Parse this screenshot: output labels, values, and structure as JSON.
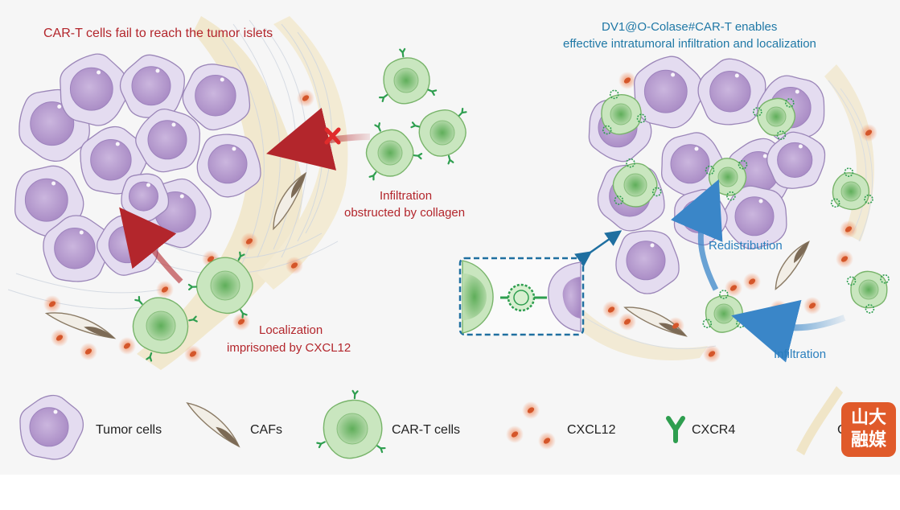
{
  "left_panel": {
    "title": "CAR-T cells fail to reach the tumor islets",
    "infiltration_label": [
      "Infiltration",
      "obstructed by collagen"
    ],
    "localization_label": [
      "Localization",
      "imprisoned by CXCL12"
    ]
  },
  "right_panel": {
    "title": [
      "DV1@O-Colase#CAR-T  enables",
      "effective  intratumoral  infiltration and localization"
    ],
    "redistribution_label": "Redistribution",
    "infiltration_label": "Infiltration"
  },
  "legend": {
    "items": [
      {
        "label": "Tumor cells"
      },
      {
        "label": "CAFs"
      },
      {
        "label": "CAR-T cells"
      },
      {
        "label": "CXCL12"
      },
      {
        "label": "CXCR4"
      },
      {
        "label": "C"
      }
    ]
  },
  "watermark": {
    "text": [
      "山大",
      "融媒"
    ]
  },
  "colors": {
    "tumor_outer": "#e4dcf0",
    "tumor_inner": "#b8a0cf",
    "cart_outer": "#c9e6bf",
    "cart_inner": "#86c47d",
    "receptor": "#2e9e4f",
    "cxcl12": "#d4562a",
    "arrow_red": "#b3262c",
    "arrow_blue": "#3a86c8",
    "box": "#1f6fa0",
    "collagen": "#efe3c2"
  }
}
